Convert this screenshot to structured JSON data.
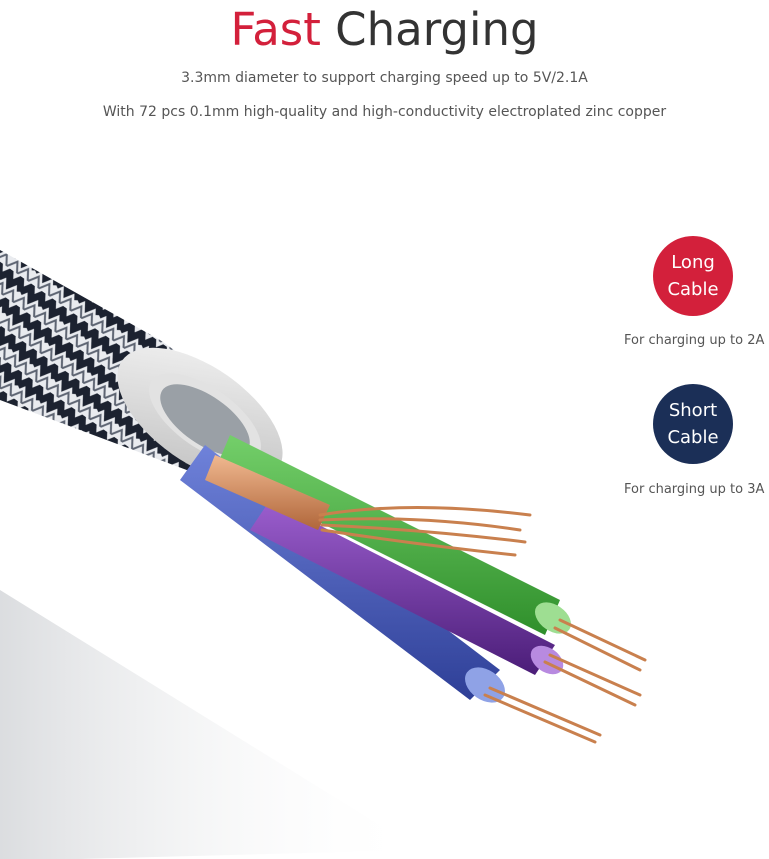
{
  "header": {
    "title_accent": "Fast",
    "title_rest": "Charging",
    "subtitle_1": "3.3mm diameter to support charging speed up to 5V/2.1A",
    "subtitle_2": "With 72 pcs 0.1mm high-quality and high-conductivity electroplated zinc copper"
  },
  "badges": {
    "long": {
      "line_1": "Long",
      "line_2": "Cable",
      "note": "For charging up to 2A",
      "color": "#d3203b"
    },
    "short": {
      "line_1": "Short",
      "line_2": "Cable",
      "note": "For charging up to 3A",
      "color": "#1b2f57"
    }
  },
  "illustration": {
    "subject": "cross-section-braided-cable-icon",
    "accent": "#d3203b",
    "wire_colors": {
      "green": "#3fae3a",
      "blue": "#3e55b8",
      "purple": "#6b2fa0",
      "copper": "#d08a5a",
      "braid_dark": "#1c2230",
      "braid_light": "#e9ebef"
    }
  }
}
